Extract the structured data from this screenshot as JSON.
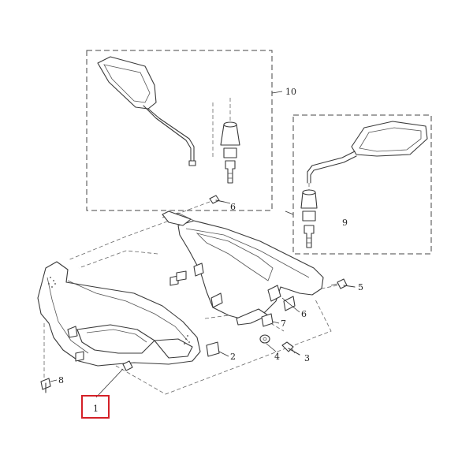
{
  "labels": {
    "p1": "1",
    "p2": "2",
    "p3": "3",
    "p4": "4",
    "p5": "5",
    "p6a": "6",
    "p6b": "6",
    "p7": "7",
    "p8": "8",
    "p9": "9",
    "p10": "10"
  },
  "colors": {
    "highlight": "#d42027",
    "line": "#3a3a3a"
  }
}
